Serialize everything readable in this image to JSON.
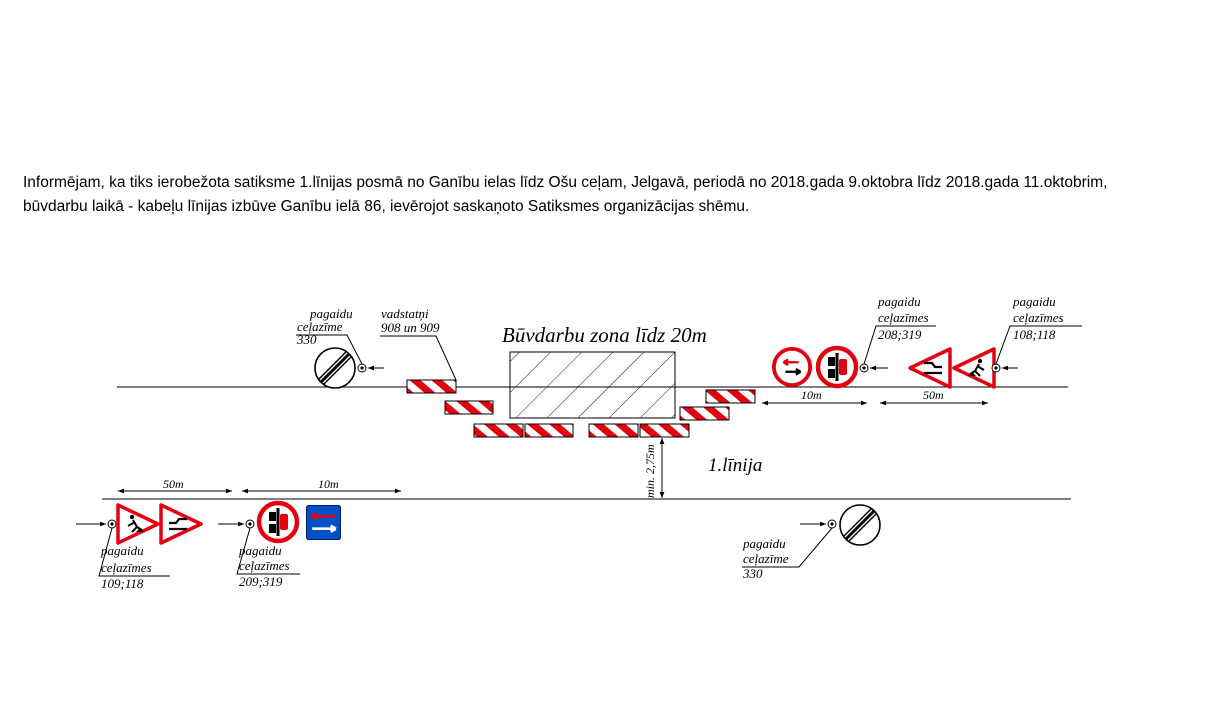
{
  "intro": {
    "line1": "Informējam, ka tiks ierobežota satiksme 1.līnijas posmā no Ganību ielas līdz Ošu ceļam, Jelgavā, periodā no 2018.gada 9.oktobra līdz 2018.gada 11.oktobrim,",
    "line2": "būvdarbu laikā - kabeļu līnijas izbūve Ganību ielā 86, ievērojot saskaņoto Satiksmes organizācijas shēmu."
  },
  "zone_label": "Būvdarbu zona līdz 20m",
  "road_name": "1.līnija",
  "barriers_label": {
    "l1": "vadstatņi",
    "l2": "908 un 909"
  },
  "sign_groups": {
    "top_left": {
      "l1": "pagaidu",
      "l2": "ceļazīme",
      "l3": "330"
    },
    "top_mid": {
      "l1": "pagaidu",
      "l2": "ceļazīmes",
      "l3": "208;319"
    },
    "top_right": {
      "l1": "pagaidu",
      "l2": "ceļazīmes",
      "l3": "108;118"
    },
    "bottom_left": {
      "l1": "pagaidu",
      "l2": "ceļazīmes",
      "l3": "109;118"
    },
    "bottom_mid": {
      "l1": "pagaidu",
      "l2": "ceļazīmes",
      "l3": "209;319"
    },
    "bottom_right": {
      "l1": "pagaidu",
      "l2": "ceļazīme",
      "l3": "330"
    }
  },
  "dimensions": {
    "top_10": "10m",
    "top_50": "50m",
    "bottom_50": "50m",
    "bottom_10": "10m",
    "lane_width": "min. 2,75m"
  },
  "icons": [
    "end-restriction-sign-icon",
    "priority-oncoming-sign-icon",
    "priority-over-oncoming-sign-icon",
    "road-narrows-warning-icon",
    "road-works-warning-icon",
    "direction-arrow-icon"
  ],
  "colors": {
    "sign_red": "#e3000f",
    "sign_blue": "#0050c8",
    "barrier_red": "#e3000f",
    "line": "#000000"
  }
}
